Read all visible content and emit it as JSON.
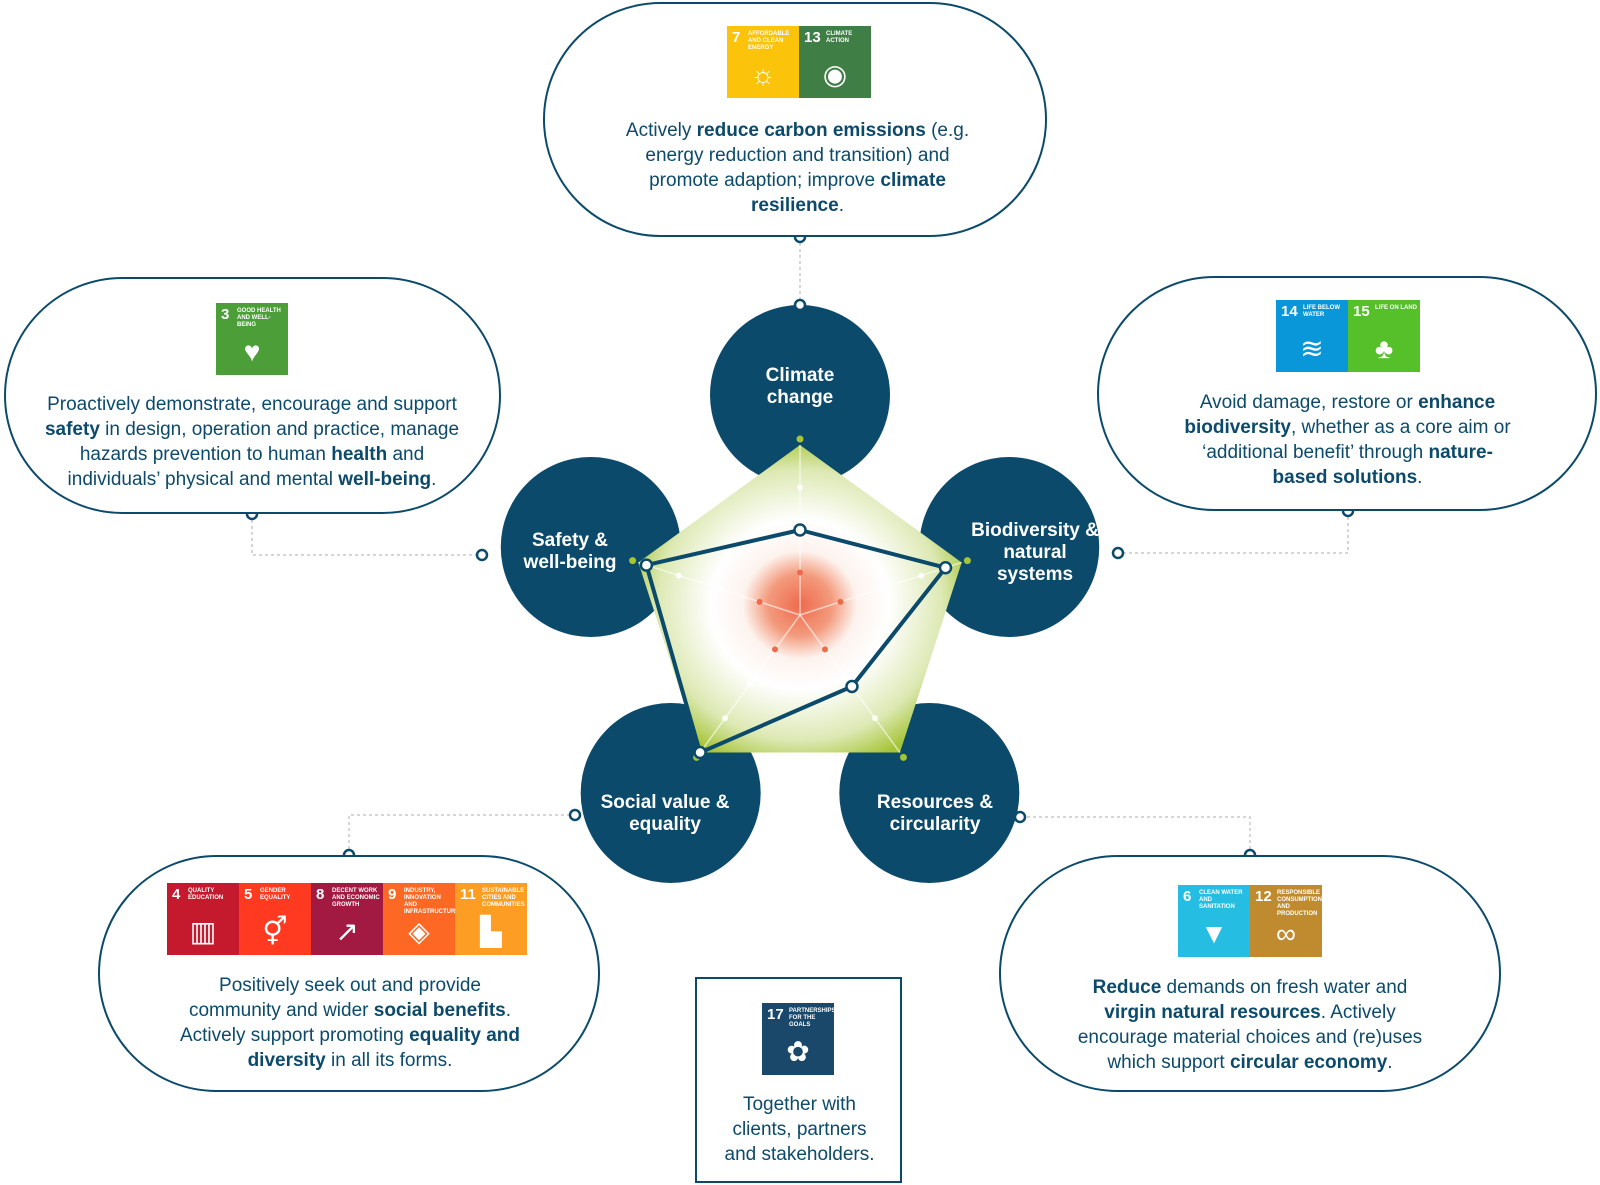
{
  "colors": {
    "navy": "#0b4a6b",
    "green": "#a5c436",
    "red": "#ef6a4d"
  },
  "dimensions": [
    {
      "label": "Climate\nchange"
    },
    {
      "label": "Biodiversity &\nnatural\nsystems"
    },
    {
      "label": "Resources &\ncircularity"
    },
    {
      "label": "Social value &\nequality"
    },
    {
      "label": "Safety &\nwell-being"
    }
  ],
  "radar": {
    "values": [
      0.5,
      0.9,
      0.52,
      1.0,
      0.95
    ]
  },
  "climate": {
    "sdgs": [
      {
        "num": "7",
        "label": "Affordable and clean energy",
        "color": "#fcc30b",
        "icon": "sun-power-icon"
      },
      {
        "num": "13",
        "label": "Climate action",
        "color": "#3f7e44",
        "icon": "eye-globe-icon"
      }
    ],
    "text": [
      "Actively ",
      "reduce carbon emissions",
      " (e.g. energy reduction and transition) and promote adaption; improve ",
      "climate resilience",
      "."
    ]
  },
  "safety": {
    "sdgs": [
      {
        "num": "3",
        "label": "Good health and well-being",
        "color": "#4c9f38",
        "icon": "heartbeat-icon"
      }
    ],
    "text": [
      "Proactively demonstrate, encourage and support ",
      "safety",
      " in design, operation and practice, manage hazards prevention to human ",
      "health",
      " and individuals’ physical and mental ",
      "well-being",
      "."
    ]
  },
  "biodiversity": {
    "sdgs": [
      {
        "num": "14",
        "label": "Life below water",
        "color": "#0a97d9",
        "icon": "fish-icon"
      },
      {
        "num": "15",
        "label": "Life on land",
        "color": "#56c02b",
        "icon": "tree-icon"
      }
    ],
    "text": [
      "Avoid damage, restore or ",
      "enhance biodiversity",
      ", whether as a core aim or ‘additional benefit’ through ",
      "nature-based solutions",
      "."
    ]
  },
  "social": {
    "sdgs": [
      {
        "num": "4",
        "label": "Quality education",
        "color": "#c5192d",
        "icon": "book-icon"
      },
      {
        "num": "5",
        "label": "Gender equality",
        "color": "#ff3a21",
        "icon": "gender-icon"
      },
      {
        "num": "8",
        "label": "Decent work and economic growth",
        "color": "#a21942",
        "icon": "growth-chart-icon"
      },
      {
        "num": "9",
        "label": "Industry, innovation and infrastructure",
        "color": "#fd6925",
        "icon": "cubes-icon"
      },
      {
        "num": "11",
        "label": "Sustainable cities and communities",
        "color": "#fd9d24",
        "icon": "city-icon"
      }
    ],
    "text": [
      "Positively seek out and provide community and wider ",
      "social benefits",
      ". Actively support promoting ",
      "equality and diversity",
      " in all its forms."
    ]
  },
  "resources": {
    "sdgs": [
      {
        "num": "6",
        "label": "Clean water and sanitation",
        "color": "#26bde2",
        "icon": "water-drop-icon"
      },
      {
        "num": "12",
        "label": "Responsible consumption and production",
        "color": "#bf8b2e",
        "icon": "infinity-icon"
      }
    ],
    "text": [
      "",
      "Reduce",
      " demands on fresh water and ",
      "virgin natural resources",
      ". Actively encourage material choices and (re)uses which support ",
      "circular economy",
      "."
    ]
  },
  "partnership": {
    "sdg": {
      "num": "17",
      "label": "Partnerships for the goals",
      "color": "#19486a",
      "icon": "flower-rings-icon"
    },
    "text": "Together with clients, partners and stakeholders."
  }
}
